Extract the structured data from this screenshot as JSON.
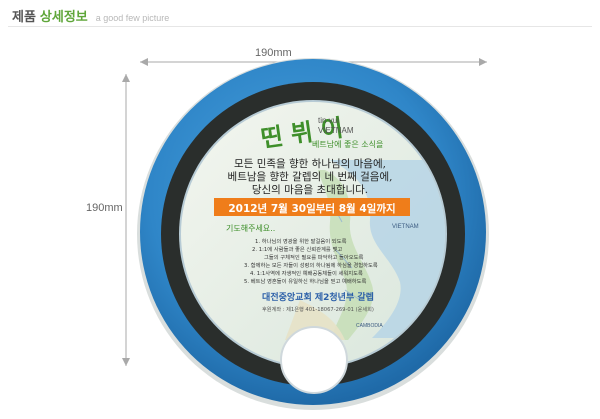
{
  "header": {
    "product_label": "제품",
    "detail_label": "상세정보",
    "subtitle": "a good few picture"
  },
  "dimensions": {
    "width_label": "190mm",
    "height_label": "190mm"
  },
  "fan": {
    "title_script": "띤 뷔 이",
    "title_small": "tin vui",
    "title_country": "VIETNAM",
    "title_caption": "베트남에 좋은 소식을",
    "intro_lines": [
      "모든 민족을 향한 하나님의 마음에,",
      "베트남을 향한 갈렙의 네 번째 걸음에,",
      "당신의 마음을 초대합니다."
    ],
    "date_banner": "2012년  7월 30일부터  8월 4일까지",
    "prayer_heading": "기도해주세요..",
    "prayer_items": [
      "1.  하나님의 영광을 위한 발걸음이 되도록",
      "2.  1:1에 사람들과 좋은 신뢰관계를 맺고",
      "그들의 구체적인 필요를 파악하고 돌아오도록",
      "3.  함께하는 모든 자들이 성령의 하나됨에 하심을 경험하도록",
      "4.  1:1사역에 자생적인 예배공동체들이 세워지도록",
      "5.  베트남 영혼들이 유일하신 하나님을 믿고 예배하도록"
    ],
    "church_name": "대전중앙교회 제2청년부 갈렙",
    "contact": "후원계좌 : 제1은행 401-18067-269-01 (윤세희)",
    "map_label_vietnam": "VIETNAM",
    "map_label_cambodia": "CAMBODIA"
  },
  "colors": {
    "rim_blue": "#2f86c8",
    "ring_dark": "#2a2e2c",
    "banner_orange": "#ef7d1a",
    "title_green": "#3e8f2a",
    "church_blue": "#2b5fa8",
    "header_green": "#5fa63a"
  }
}
